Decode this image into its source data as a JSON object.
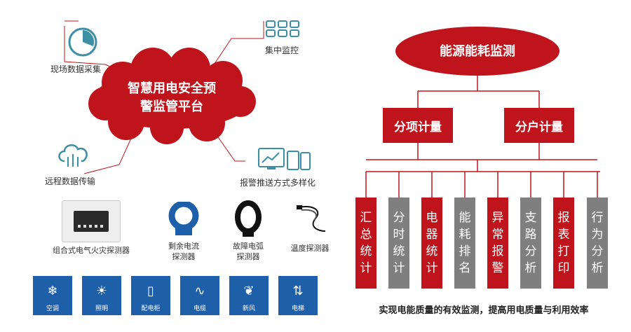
{
  "left": {
    "hub_line1": "智慧用电安全预",
    "hub_line2": "警监管平台",
    "features": [
      {
        "label": "现场数据采集",
        "icon": "clock-icon"
      },
      {
        "label": "集中监控",
        "icon": "grid-icon"
      },
      {
        "label": "远程数据传输",
        "icon": "cloud-upload-icon"
      },
      {
        "label": "报警推送方式多样化",
        "icon": "devices-icon"
      }
    ],
    "devices": [
      {
        "line1": "组合式电气火灾探测器",
        "line2": ""
      },
      {
        "line1": "剩余电流",
        "line2": "探测器"
      },
      {
        "line1": "故障电弧",
        "line2": "探测器"
      },
      {
        "line1": "温度探测器",
        "line2": ""
      }
    ],
    "tiles": [
      {
        "label": "空调",
        "icon": "air-conditioner-icon",
        "glyph": "❄"
      },
      {
        "label": "照明",
        "icon": "lightbulb-icon",
        "glyph": "☀"
      },
      {
        "label": "配电柜",
        "icon": "cabinet-icon",
        "glyph": "▯"
      },
      {
        "label": "电缆",
        "icon": "cable-icon",
        "glyph": "∿"
      },
      {
        "label": "新风",
        "icon": "leaf-icon",
        "glyph": "❦"
      },
      {
        "label": "电梯",
        "icon": "elevator-icon",
        "glyph": "⇅"
      }
    ]
  },
  "right": {
    "root": "能源能耗监测",
    "level1": [
      "分项计量",
      "分户计量"
    ],
    "level2": [
      {
        "label": "汇总统计",
        "variant": "red"
      },
      {
        "label": "分时统计",
        "variant": "gray"
      },
      {
        "label": "电器统计",
        "variant": "red"
      },
      {
        "label": "能耗排名",
        "variant": "gray"
      },
      {
        "label": "异常报警",
        "variant": "red"
      },
      {
        "label": "支路分析",
        "variant": "gray"
      },
      {
        "label": "报表打印",
        "variant": "red"
      },
      {
        "label": "行为分析",
        "variant": "gray"
      }
    ],
    "footer": "实现电能质量的有效监测，提高用电质量与利用效率"
  },
  "colors": {
    "red": "#c0141c",
    "gray": "#7f7f7f",
    "blue": "#1e5faa",
    "teal": "#3d8fa6"
  }
}
